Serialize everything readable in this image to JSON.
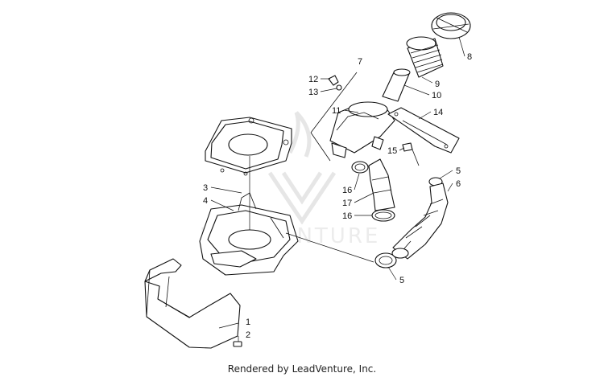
{
  "diagram": {
    "watermark_text": "LEADVENTURE",
    "callouts": [
      {
        "id": "c1",
        "label": "1"
      },
      {
        "id": "c2",
        "label": "2"
      },
      {
        "id": "c3",
        "label": "3"
      },
      {
        "id": "c4",
        "label": "4"
      },
      {
        "id": "c5a",
        "label": "5"
      },
      {
        "id": "c5b",
        "label": "5"
      },
      {
        "id": "c6",
        "label": "6"
      },
      {
        "id": "c7",
        "label": "7"
      },
      {
        "id": "c8",
        "label": "8"
      },
      {
        "id": "c9",
        "label": "9"
      },
      {
        "id": "c10",
        "label": "10"
      },
      {
        "id": "c11",
        "label": "11"
      },
      {
        "id": "c12",
        "label": "12"
      },
      {
        "id": "c13",
        "label": "13"
      },
      {
        "id": "c14",
        "label": "14"
      },
      {
        "id": "c15",
        "label": "15"
      },
      {
        "id": "c16a",
        "label": "16"
      },
      {
        "id": "c16b",
        "label": "16"
      },
      {
        "id": "c17",
        "label": "17"
      }
    ]
  },
  "footer": {
    "text": "Rendered by LeadVenture, Inc."
  }
}
